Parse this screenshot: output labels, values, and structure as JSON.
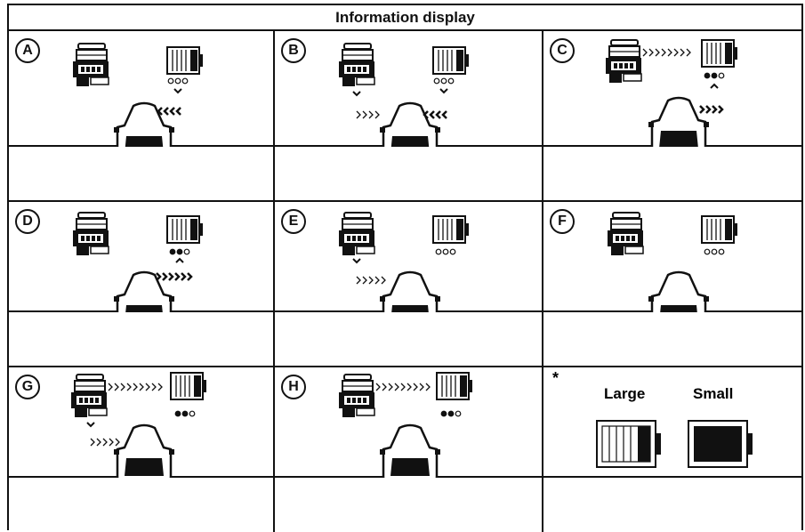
{
  "title": "Information display",
  "panels": [
    {
      "label": "A"
    },
    {
      "label": "B"
    },
    {
      "label": "C"
    },
    {
      "label": "D"
    },
    {
      "label": "E"
    },
    {
      "label": "F"
    },
    {
      "label": "G"
    },
    {
      "label": "H"
    }
  ],
  "legend": {
    "asterisk": "*",
    "large": "Large",
    "small": "Small"
  }
}
